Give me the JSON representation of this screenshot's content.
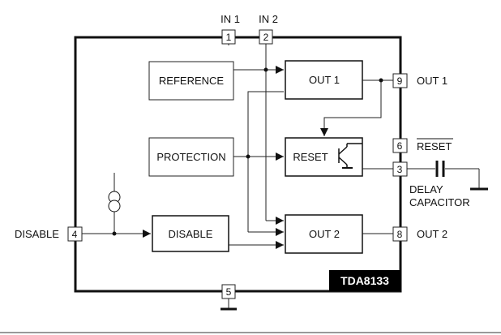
{
  "pins": {
    "p1": {
      "number": "1",
      "label": "IN 1"
    },
    "p2": {
      "number": "2",
      "label": "IN 2"
    },
    "p3": {
      "number": "3",
      "label": "DELAY",
      "label2": "CAPACITOR"
    },
    "p4": {
      "number": "4",
      "label": "DISABLE"
    },
    "p5": {
      "number": "5"
    },
    "p6": {
      "number": "6",
      "label": "RESET",
      "overbar": true
    },
    "p8": {
      "number": "8",
      "label": "OUT 2"
    },
    "p9": {
      "number": "9",
      "label": "OUT 1"
    }
  },
  "blocks": {
    "reference": "REFERENCE",
    "protection": "PROTECTION",
    "disable": "DISABLE",
    "out1": "OUT 1",
    "reset": "RESET",
    "out2": "OUT 2"
  },
  "chip_name": "TDA8133",
  "icons": [
    "current-source-icon",
    "transistor-icon",
    "capacitor-icon",
    "ground-icon",
    "arrow-icon"
  ]
}
